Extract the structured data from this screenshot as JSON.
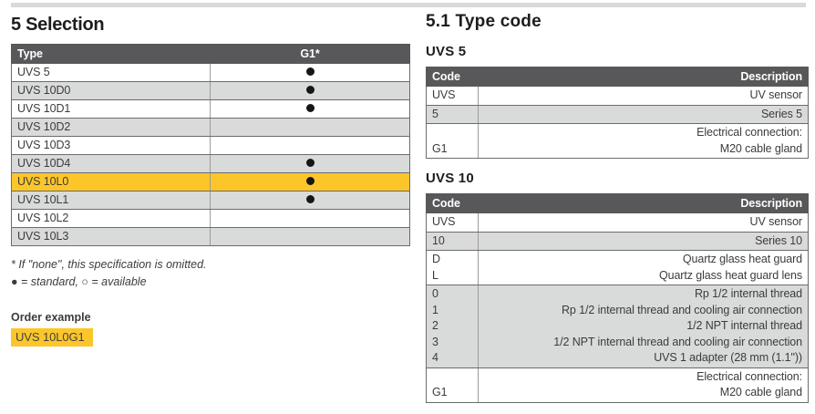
{
  "colors": {
    "accent_yellow": "#fcc62b",
    "table_header_gray": "#58585a",
    "row_stripe_gray": "#d9dada"
  },
  "left": {
    "title": "5 Selection",
    "selection_table": {
      "columns": [
        "Type",
        "G1*"
      ],
      "rows": [
        {
          "type": "UVS 5",
          "g1_standard": true,
          "highlighted": false
        },
        {
          "type": "UVS 10D0",
          "g1_standard": true,
          "highlighted": false
        },
        {
          "type": "UVS 10D1",
          "g1_standard": true,
          "highlighted": false
        },
        {
          "type": "UVS 10D2",
          "g1_standard": false,
          "highlighted": false
        },
        {
          "type": "UVS 10D3",
          "g1_standard": false,
          "highlighted": false
        },
        {
          "type": "UVS 10D4",
          "g1_standard": true,
          "highlighted": false
        },
        {
          "type": "UVS 10L0",
          "g1_standard": true,
          "highlighted": true
        },
        {
          "type": "UVS 10L1",
          "g1_standard": true,
          "highlighted": false
        },
        {
          "type": "UVS 10L2",
          "g1_standard": false,
          "highlighted": false
        },
        {
          "type": "UVS 10L3",
          "g1_standard": false,
          "highlighted": false
        }
      ]
    },
    "footnote": "* If \"none\", this specification is omitted.",
    "legend": "● = standard, ○ = available",
    "order_example_label": "Order example",
    "order_example_value": "UVS 10L0G1"
  },
  "right": {
    "title": "5.1 Type code",
    "sections": [
      {
        "subtitle": "UVS 5",
        "columns": [
          "Code",
          "Description"
        ],
        "rows": [
          {
            "codes": [
              "UVS"
            ],
            "descriptions": [
              "UV sensor"
            ],
            "code_bottom": false
          },
          {
            "codes": [
              "5"
            ],
            "descriptions": [
              "Series 5"
            ],
            "code_bottom": false
          },
          {
            "codes": [
              "G1"
            ],
            "descriptions": [
              "Electrical connection:",
              "M20 cable gland"
            ],
            "code_bottom": true
          }
        ]
      },
      {
        "subtitle": "UVS 10",
        "columns": [
          "Code",
          "Description"
        ],
        "rows": [
          {
            "codes": [
              "UVS"
            ],
            "descriptions": [
              "UV sensor"
            ],
            "code_bottom": false
          },
          {
            "codes": [
              "10"
            ],
            "descriptions": [
              "Series 10"
            ],
            "code_bottom": false
          },
          {
            "codes": [
              "D",
              "L"
            ],
            "descriptions": [
              "Quartz glass heat guard",
              "Quartz glass heat guard lens"
            ],
            "code_bottom": false
          },
          {
            "codes": [
              "0",
              "1",
              "2",
              "3",
              "4"
            ],
            "descriptions": [
              "Rp 1/2 internal thread",
              "Rp 1/2 internal thread and cooling air connection",
              "1/2 NPT internal thread",
              "1/2 NPT internal thread and cooling air connection",
              "UVS 1 adapter (28 mm (1.1\"))"
            ],
            "code_bottom": false
          },
          {
            "codes": [
              "G1"
            ],
            "descriptions": [
              "Electrical connection:",
              "M20 cable gland"
            ],
            "code_bottom": true
          }
        ]
      }
    ]
  }
}
